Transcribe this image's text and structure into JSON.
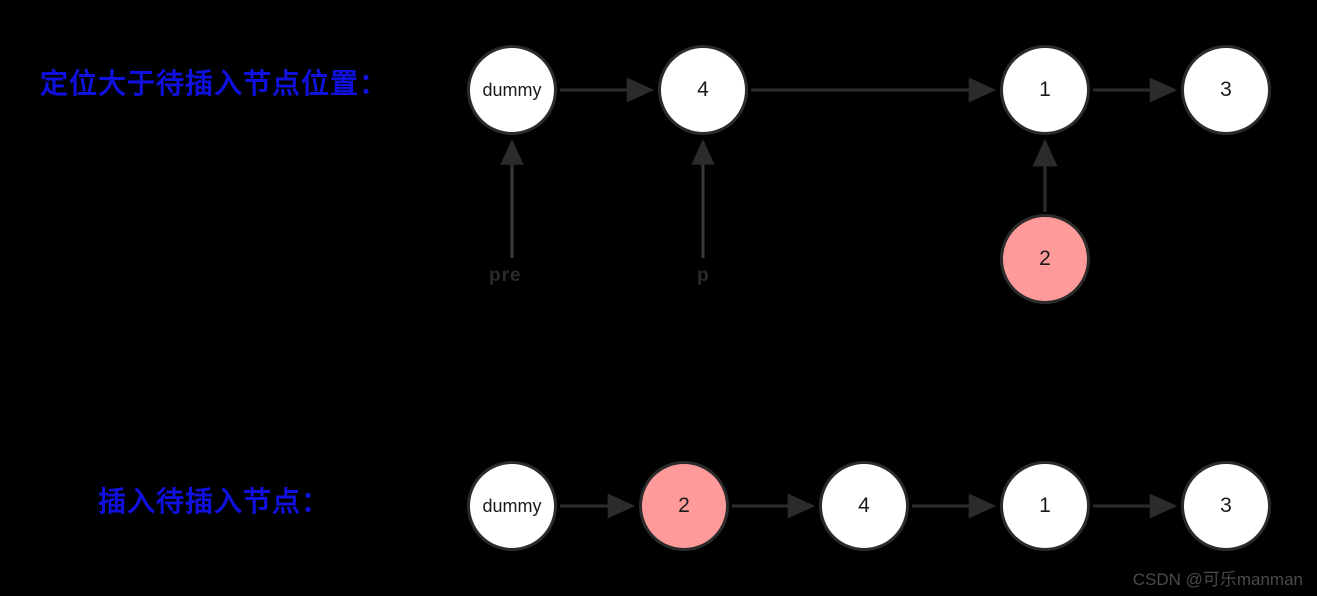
{
  "background_color": "#000000",
  "accent_color": "#1111dd",
  "node_fill": "#ffffff",
  "node_highlight_fill": "#ff9a9a",
  "node_stroke": "#2b2b2b",
  "arrow_color": "#2b2b2b",
  "sections": [
    {
      "id": "locate",
      "label": "定位大于待插入节点位置：",
      "nodes": [
        {
          "id": "top-dummy",
          "value": "dummy",
          "highlight": false
        },
        {
          "id": "top-4",
          "value": "4",
          "highlight": false
        },
        {
          "id": "top-1",
          "value": "1",
          "highlight": false
        },
        {
          "id": "top-3",
          "value": "3",
          "highlight": false
        },
        {
          "id": "top-2-new",
          "value": "2",
          "highlight": true
        }
      ],
      "pointers": [
        {
          "id": "pre",
          "label": "pre",
          "target": "top-dummy"
        },
        {
          "id": "p",
          "label": "p",
          "target": "top-4"
        }
      ],
      "links": [
        {
          "from": "top-dummy",
          "to": "top-4"
        },
        {
          "from": "top-4",
          "to": "top-1"
        },
        {
          "from": "top-1",
          "to": "top-3"
        },
        {
          "from": "top-2-new",
          "to": "top-1"
        }
      ]
    },
    {
      "id": "insert",
      "label": "插入待插入节点：",
      "nodes": [
        {
          "id": "bot-dummy",
          "value": "dummy",
          "highlight": false
        },
        {
          "id": "bot-2",
          "value": "2",
          "highlight": true
        },
        {
          "id": "bot-4",
          "value": "4",
          "highlight": false
        },
        {
          "id": "bot-1",
          "value": "1",
          "highlight": false
        },
        {
          "id": "bot-3",
          "value": "3",
          "highlight": false
        }
      ],
      "pointers": [],
      "links": [
        {
          "from": "bot-dummy",
          "to": "bot-2"
        },
        {
          "from": "bot-2",
          "to": "bot-4"
        },
        {
          "from": "bot-4",
          "to": "bot-1"
        },
        {
          "from": "bot-1",
          "to": "bot-3"
        }
      ]
    }
  ],
  "watermark": "CSDN @可乐manman"
}
